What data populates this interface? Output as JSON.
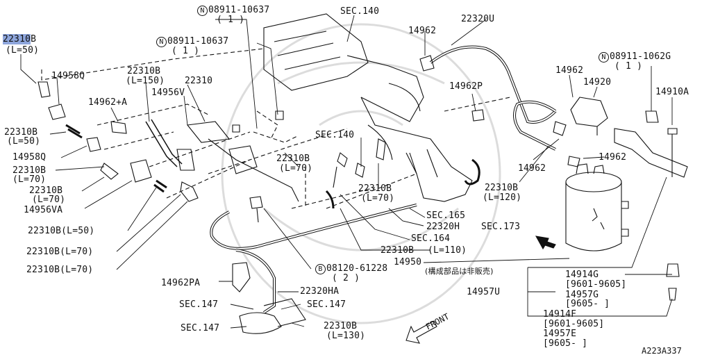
{
  "colors": {
    "line": "#111111",
    "highlight": "#8ea6dc",
    "watermark": "#dcdcdc"
  },
  "diagram_ref": "A223A337",
  "front_label": "FRONT",
  "labels": {
    "top_left_part": "22310",
    "top_left_part_suffix": "B",
    "top_left_len": "(L=50)",
    "p14958q_a": "14958Q",
    "p22310b_150": "22310B",
    "p22310b_150_len": "(L=150)",
    "p22310_top": "22310",
    "p14956v": "14956V",
    "p14962a": "14962+A",
    "p22310b_l50": "22310B",
    "p22310b_l50_len": "(L=50)",
    "p14958q_b": "14958Q",
    "p22310b_l70a": "22310B",
    "p22310b_l70a_len": "(L=70)",
    "p22310b_l70b": "22310B",
    "p22310b_l70b_len": "(L=70)",
    "p14956va": "14956VA",
    "p22310b_l50_inline": "22310B(L=50)",
    "p22310b_l70_inline_a": "22310B(L=70)",
    "p22310b_l70_inline_b": "22310B(L=70)",
    "n_08911_10637_a_sym": "N",
    "n_08911_10637_a": "08911-10637",
    "n_08911_10637_a_qty": "( 1 )",
    "sec140_top": "SEC.140",
    "n_08911_10637_b_sym": "N",
    "n_08911_10637_b": "08911-10637",
    "n_08911_10637_b_qty": "( 1 )",
    "p14962_top": "14962",
    "p22320u": "22320U",
    "p14962p": "14962P",
    "n_08911_1062g_sym": "N",
    "n_08911_1062g": "08911-1062G",
    "n_08911_1062g_qty": "( 1 )",
    "p14962_right": "14962",
    "p14920": "14920",
    "p14910a": "14910A",
    "sec140_mid": "SEC.140",
    "p22310b_mid_l70": "22310B",
    "p22310b_mid_l70_len": "(L=70)",
    "p22310b_low_l70": "22310B",
    "p22310b_low_l70_len": "(L=70)",
    "p14962_lower_a": "14962",
    "p14962_lower_b": "14962",
    "p22310b_l120": "22310B",
    "p22310b_l120_len": "(L=120)",
    "sec165": "SEC.165",
    "p22320h": "22320H",
    "sec173": "SEC.173",
    "sec164": "SEC.164",
    "p22310b_l110": "22310B",
    "p22310b_l110_len": "(L=110)",
    "p14950": "14950",
    "p14950_note": "(構成部品は非販売)",
    "b_08120_61228_sym": "B",
    "b_08120_61228": "08120-61228",
    "b_08120_61228_qty": "( 2 )",
    "p14962pa": "14962PA",
    "p22320ha": "22320HA",
    "sec147_a": "SEC.147",
    "sec147_b": "SEC.147",
    "sec147_c": "SEC.147",
    "p22310b_l130": "22310B",
    "p22310b_l130_len": "(L=130)",
    "p14957u": "14957U",
    "p14914g": "14914G",
    "p14914g_date": "[9601-9605]",
    "p14957g": "14957G",
    "p14957g_date": "[9605-     ]",
    "p14914f": "14914F",
    "p14914f_date": "[9601-9605]",
    "p14957e": "14957E",
    "p14957e_date": "[9605-     ]"
  }
}
